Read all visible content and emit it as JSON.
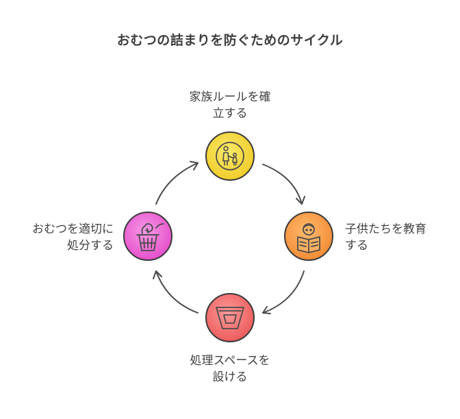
{
  "title": "おむつの詰まりを防ぐためのサイクル",
  "steps": [
    {
      "line1": "家族ルールを確",
      "line2": "立する",
      "icon": "parent-child-icon",
      "color": "#f2d63c"
    },
    {
      "line1": "子供たちを教育",
      "line2": "する",
      "icon": "reading-child-icon",
      "color": "#f5a04a"
    },
    {
      "line1": "処理スペースを",
      "line2": "設ける",
      "icon": "disposal-bin-icon",
      "color": "#f07474"
    },
    {
      "line1": "おむつを適切に",
      "line2": "処分する",
      "icon": "trash-basket-icon",
      "color": "#ec6bd6"
    }
  ]
}
